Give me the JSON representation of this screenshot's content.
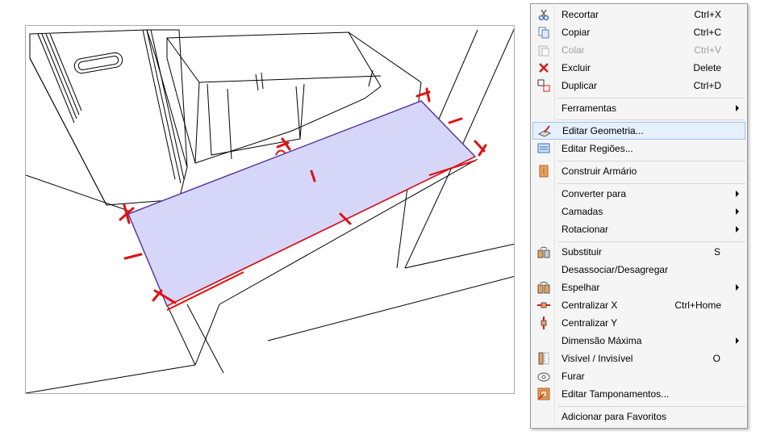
{
  "menu": {
    "items": [
      {
        "label": "Recortar",
        "shortcut": "Ctrl+X",
        "icon": "scissors-icon",
        "enabled": true
      },
      {
        "label": "Copiar",
        "shortcut": "Ctrl+C",
        "icon": "copy-icon",
        "enabled": true
      },
      {
        "label": "Colar",
        "shortcut": "Ctrl+V",
        "icon": "paste-icon",
        "enabled": false
      },
      {
        "label": "Excluir",
        "shortcut": "Delete",
        "icon": "delete-x-icon",
        "enabled": true
      },
      {
        "label": "Duplicar",
        "shortcut": "Ctrl+D",
        "icon": "duplicate-icon",
        "enabled": true
      },
      {
        "label": "Ferramentas",
        "submenu": true
      },
      {
        "label": "Editar Geometria...",
        "icon": "edit-geometry-icon",
        "highlighted": true
      },
      {
        "label": "Editar Regiões...",
        "icon": "edit-regions-icon"
      },
      {
        "label": "Construir Armário",
        "icon": "cabinet-icon"
      },
      {
        "label": "Converter para",
        "submenu": true
      },
      {
        "label": "Camadas",
        "submenu": true
      },
      {
        "label": "Rotacionar",
        "submenu": true
      },
      {
        "label": "Substituir",
        "shortcut": "S",
        "icon": "replace-icon"
      },
      {
        "label": "Desassociar/Desagregar"
      },
      {
        "label": "Espelhar",
        "submenu": true,
        "icon": "mirror-icon"
      },
      {
        "label": "Centralizar X",
        "shortcut": "Ctrl+Home",
        "icon": "center-x-icon"
      },
      {
        "label": "Centralizar Y",
        "icon": "center-y-icon"
      },
      {
        "label": "Dimensão Máxima",
        "submenu": true
      },
      {
        "label": "Visível / Invisível",
        "shortcut": "O",
        "icon": "visibility-icon"
      },
      {
        "label": "Furar",
        "icon": "drill-icon"
      },
      {
        "label": "Editar Tamponamentos...",
        "icon": "edit-covers-icon"
      },
      {
        "label": "Adicionar para Favoritos"
      }
    ]
  },
  "colors": {
    "selection_fill": "#d6d6f8",
    "selection_edge": "#5a3aa0",
    "handle": "#e01010",
    "menu_highlight": "#e5f0fb"
  }
}
